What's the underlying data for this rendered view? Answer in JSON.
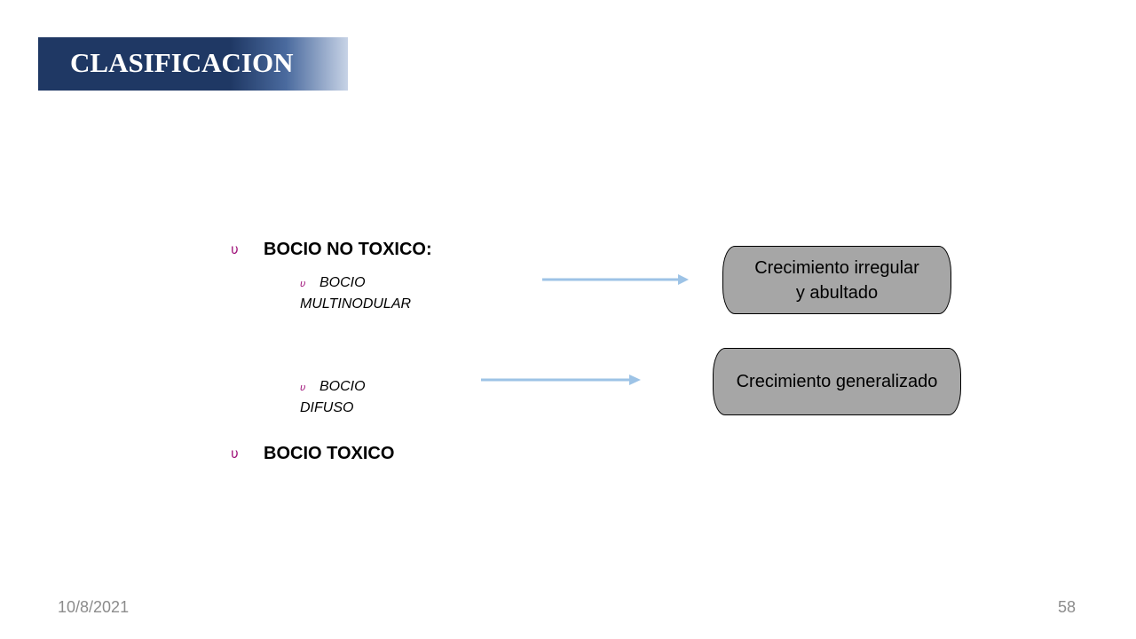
{
  "slide": {
    "title": "CLASIFICACION",
    "bullet_glyph": "υ",
    "items": [
      {
        "label": "BOCIO NO TOXICO:",
        "subitems": [
          {
            "line1": "BOCIO",
            "line2": "MULTINODULAR"
          },
          {
            "line1": "BOCIO",
            "line2": "DIFUSO"
          }
        ]
      },
      {
        "label": "BOCIO TOXICO"
      }
    ],
    "boxes": [
      {
        "line1": "Crecimiento irregular",
        "line2": "y abultado"
      },
      {
        "line1": "Crecimiento generalizado"
      }
    ],
    "arrow_color": "#9dc3e6",
    "title_color": "#1f3864",
    "bullet_color": "#a0137a",
    "box_fill": "#a6a6a6"
  },
  "footer": {
    "date": "10/8/2021",
    "page_number": "58"
  }
}
